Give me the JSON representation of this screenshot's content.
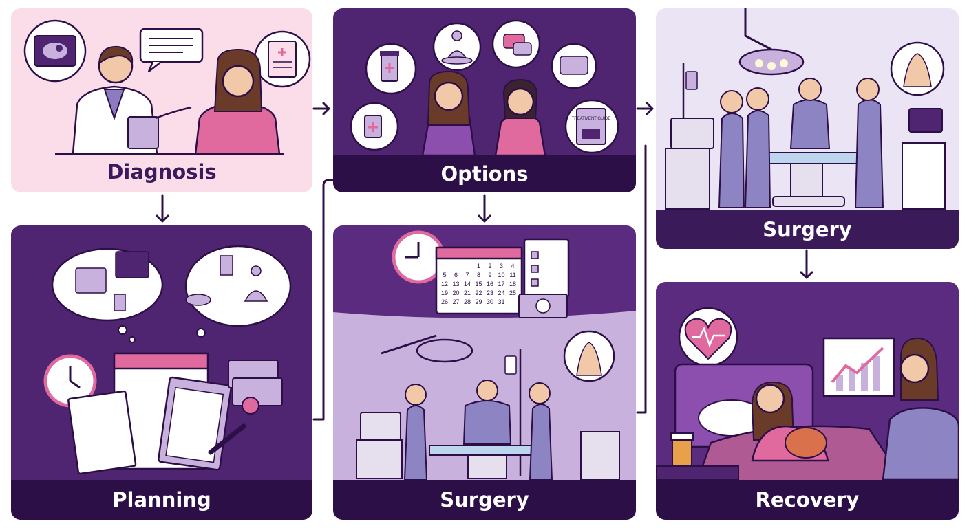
{
  "stages": {
    "diagnosis": {
      "label": "Diagnosis"
    },
    "options": {
      "label": "Options"
    },
    "surgery_top": {
      "label": "Surgery"
    },
    "planning": {
      "label": "Planning"
    },
    "surgery_middle": {
      "label": "Surgery"
    },
    "recovery": {
      "label": "Recovery"
    }
  },
  "options_panel": {
    "book_title": "TREATMENT GUIDE"
  },
  "calendar": {
    "rows": [
      [
        "",
        "",
        "",
        "1",
        "2",
        "3",
        "4"
      ],
      [
        "5",
        "6",
        "7",
        "8",
        "9",
        "10",
        "11"
      ],
      [
        "12",
        "13",
        "14",
        "15",
        "16",
        "17",
        "18"
      ],
      [
        "19",
        "20",
        "21",
        "22",
        "23",
        "24",
        "25"
      ],
      [
        "26",
        "27",
        "28",
        "29",
        "30",
        "31",
        ""
      ]
    ]
  },
  "icons": {
    "diagnosis": [
      "ultrasound-icon",
      "doctor-icon",
      "patient-icon",
      "speech-bubble-icon",
      "clipboard-icon"
    ],
    "options": [
      "medicine-bottle-icon",
      "yoga-icon",
      "chat-icon",
      "book-icon"
    ],
    "planning": [
      "clock-icon",
      "calendar-icon",
      "checklist-icon",
      "money-icon",
      "pen-icon"
    ],
    "surgery": [
      "surgical-lamp-icon",
      "iv-stand-icon",
      "monitor-icon",
      "surgeon-icon",
      "body-icon"
    ],
    "recovery": [
      "heart-icon",
      "chart-icon",
      "pill-bottle-icon",
      "bed-icon"
    ]
  },
  "colors": {
    "dark_purple": "#2d0f48",
    "purple": "#4f2470",
    "lilac": "#c8b2dd",
    "pink": "#e06a9d",
    "light_pink": "#fbdde9",
    "lavender_bg": "#ebe4f4"
  }
}
